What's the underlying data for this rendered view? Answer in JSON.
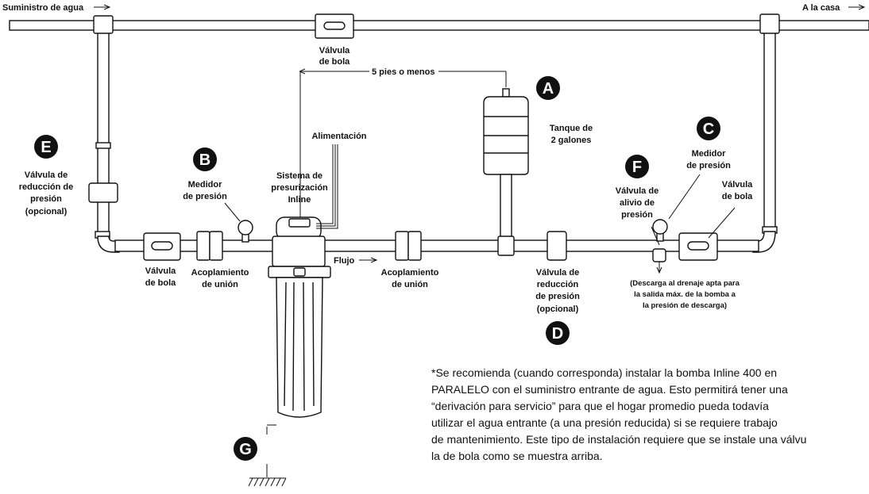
{
  "header": {
    "supply_label": "Suministro de agua",
    "house_label": "A la casa"
  },
  "labels": {
    "ball_valve_top": [
      "Válvula",
      "de bola"
    ],
    "distance": "5 pies o menos",
    "power": "Alimentación",
    "system": [
      "Sistema de",
      "presurización",
      "Inline"
    ],
    "tank": [
      "Tanque de",
      "2 galones"
    ],
    "prv_left": [
      "Válvula de",
      "reducción de",
      "presión",
      "(opcional)"
    ],
    "gauge_left": [
      "Medidor",
      "de presión"
    ],
    "gauge_right": [
      "Medidor",
      "de presión"
    ],
    "relief_valve": [
      "Válvula de",
      "alivio de",
      "presión"
    ],
    "ball_valve_right": [
      "Válvula",
      "de bola"
    ],
    "ball_valve_left": [
      "Válvula",
      "de bola"
    ],
    "union_left": [
      "Acoplamiento",
      "de unión"
    ],
    "flow": "Flujo",
    "union_right": [
      "Acoplamiento",
      "de unión"
    ],
    "prv_right": [
      "Válvula de",
      "reducción",
      "de presión",
      "(opcional)"
    ],
    "discharge": [
      "(Descarga al drenaje apta para",
      "la salida máx. de la bomba a",
      "la presión de descarga)"
    ]
  },
  "badges": {
    "A": "A",
    "B": "B",
    "C": "C",
    "D": "D",
    "E": "E",
    "F": "F",
    "G": "G"
  },
  "note_lines": [
    "*Se recomienda (cuando corresponda) instalar la bomba Inline 400 en",
    "PARALELO con el suministro entrante de agua. Esto permitirá tener una",
    "“derivación para servicio” para que el hogar promedio pueda todavía",
    "utilizar el agua entrante (a una presión reducida) si se requiere trabajo",
    "de mantenimiento.  Este tipo de instalación requiere que se instale una válvu",
    "la de bola como se muestra arriba."
  ],
  "colors": {
    "line": "#111111",
    "pipe_fill": "#ffffff",
    "badge": "#111111"
  }
}
